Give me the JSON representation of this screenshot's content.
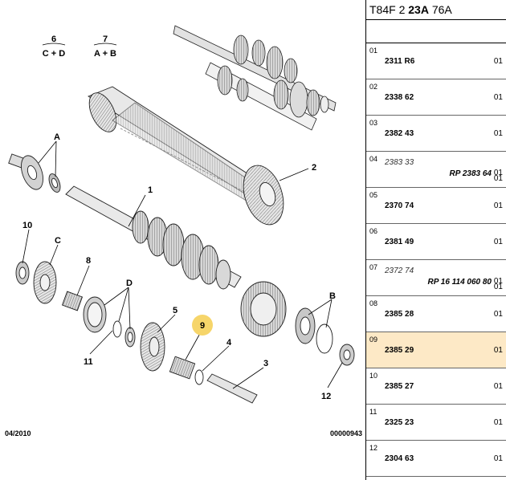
{
  "diagram": {
    "legend": [
      {
        "number": "6",
        "variant": "C + D"
      },
      {
        "number": "7",
        "variant": "A + B"
      }
    ],
    "callouts": [
      "1",
      "2",
      "3",
      "4",
      "5",
      "8",
      "9",
      "10",
      "11",
      "12",
      "A",
      "B",
      "C",
      "D"
    ],
    "highlight_color": "#f6d56a",
    "date": "04/2010",
    "sheet_number": "00000943"
  },
  "panel": {
    "title_prefix": "T84F 2 ",
    "title_bold": "23A",
    "title_suffix": " 76A",
    "rows": [
      {
        "index": "01",
        "ref": "2311 R6",
        "qty": "01"
      },
      {
        "index": "02",
        "ref": "2338 62",
        "qty": "01"
      },
      {
        "index": "03",
        "ref": "2382 43",
        "qty": "01"
      },
      {
        "index": "04",
        "ref": "2383 33",
        "superseded_by": "RP 2383 64",
        "qty": "01",
        "qty2": "01"
      },
      {
        "index": "05",
        "ref": "2370 74",
        "qty": "01"
      },
      {
        "index": "06",
        "ref": "2381 49",
        "qty": "01"
      },
      {
        "index": "07",
        "ref": "2372 74",
        "superseded_by": "RP 16 114 060 80",
        "qty": "01",
        "qty2": "01"
      },
      {
        "index": "08",
        "ref": "2385 28",
        "qty": "01"
      },
      {
        "index": "09",
        "ref": "2385 29",
        "qty": "01",
        "selected": true
      },
      {
        "index": "10",
        "ref": "2385 27",
        "qty": "01"
      },
      {
        "index": "11",
        "ref": "2325 23",
        "qty": "01"
      },
      {
        "index": "12",
        "ref": "2304 63",
        "qty": "01"
      }
    ],
    "selected_color": "#fde9c6"
  }
}
